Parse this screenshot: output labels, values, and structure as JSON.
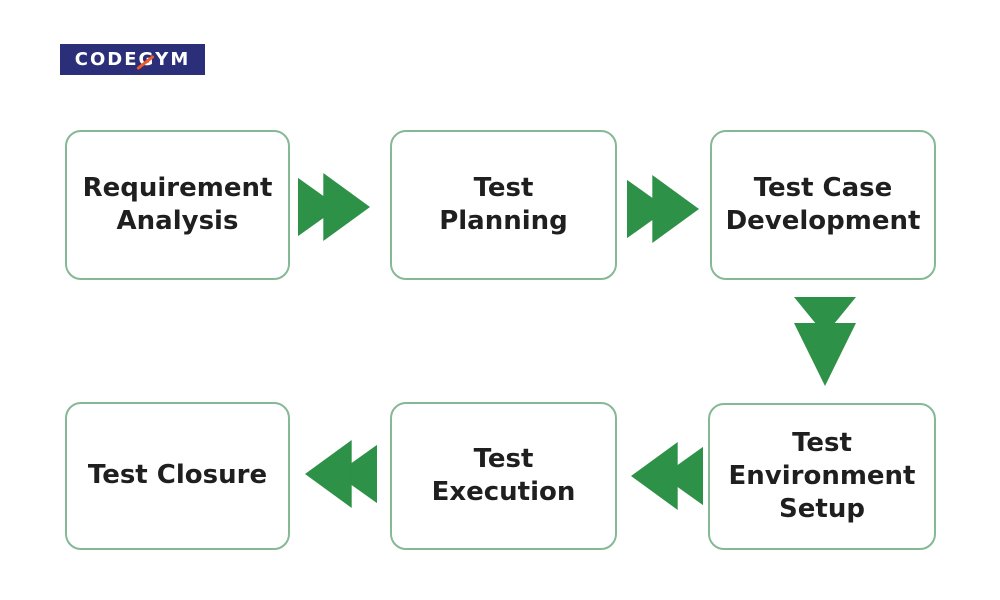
{
  "colors": {
    "background": "#ffffff",
    "box_border": "#85b996",
    "box_fill": "#ffffff",
    "box_text": "#1f1f1f",
    "arrow_green": "#2e9148",
    "logo_background": "#2b2e78",
    "logo_text": "#ffffff",
    "logo_slash": "#f15a29"
  },
  "logo": {
    "brand": "CODEGYM",
    "part_left": "CODE",
    "part_g": "G",
    "part_right": "YM"
  },
  "flow": {
    "steps": [
      {
        "id": 1,
        "label": "Requirement Analysis",
        "label_lines": [
          "Requirement",
          "Analysis"
        ]
      },
      {
        "id": 2,
        "label": "Test Planning",
        "label_lines": [
          "Test",
          "Planning"
        ]
      },
      {
        "id": 3,
        "label": "Test Case Development",
        "label_lines": [
          "Test Case",
          "Development"
        ]
      },
      {
        "id": 4,
        "label": "Test Environment Setup",
        "label_lines": [
          "Test",
          "Environment",
          "Setup"
        ]
      },
      {
        "id": 5,
        "label": "Test Execution",
        "label_lines": [
          "Test",
          "Execution"
        ]
      },
      {
        "id": 6,
        "label": "Test Closure",
        "label_lines": [
          "Test Closure"
        ]
      }
    ],
    "arrows": [
      {
        "from": "Requirement Analysis",
        "to": "Test Planning",
        "direction": "right"
      },
      {
        "from": "Test Planning",
        "to": "Test Case Development",
        "direction": "right"
      },
      {
        "from": "Test Case Development",
        "to": "Test Environment Setup",
        "direction": "down"
      },
      {
        "from": "Test Environment Setup",
        "to": "Test Execution",
        "direction": "left"
      },
      {
        "from": "Test Execution",
        "to": "Test Closure",
        "direction": "left"
      }
    ]
  }
}
